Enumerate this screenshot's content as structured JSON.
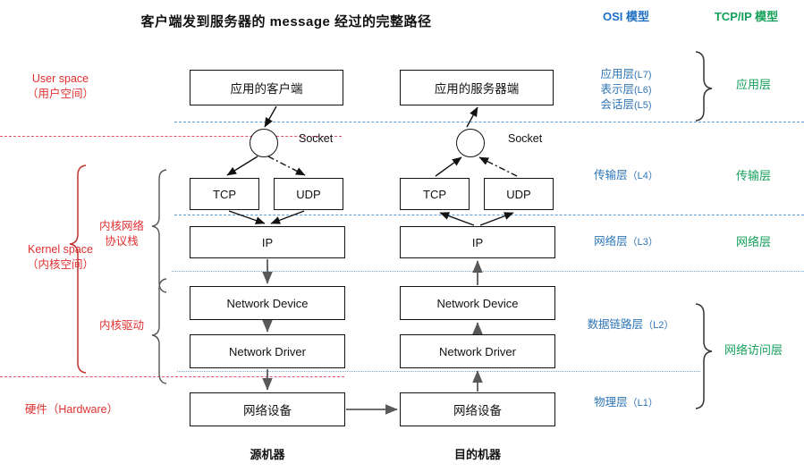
{
  "title": "客户端发到服务器的 message 经过的完整路径",
  "headers": {
    "osi": "OSI 模型",
    "tcpip": "TCP/IP 模型",
    "osi_color": "#1f6fc4",
    "tcpip_color": "#14a05a"
  },
  "left_labels": {
    "user_space_en": "User space",
    "user_space_cn": "（用户空间）",
    "kernel_space_en": "Kernel space",
    "kernel_space_cn": "（内核空间）",
    "kernel_net_stack_l1": "内核网络",
    "kernel_net_stack_l2": "协议栈",
    "kernel_driver": "内核驱动",
    "hardware": "硬件（Hardware）",
    "color": "#e03030"
  },
  "source": {
    "app": "应用的客户端",
    "socket": "Socket",
    "tcp": "TCP",
    "udp": "UDP",
    "ip": "IP",
    "net_device": "Network Device",
    "net_driver": "Network Driver",
    "hw_device": "网络设备",
    "caption": "源机器"
  },
  "dest": {
    "app": "应用的服务器端",
    "socket": "Socket",
    "tcp": "TCP",
    "udp": "UDP",
    "ip": "IP",
    "net_device": "Network Device",
    "net_driver": "Network Driver",
    "hw_device": "网络设备",
    "caption": "目的机器"
  },
  "osi_layers": [
    {
      "name": "应用层",
      "code": "(L7)"
    },
    {
      "name": "表示层",
      "code": "(L6)"
    },
    {
      "name": "会话层",
      "code": "(L5)"
    },
    {
      "name": "传输层",
      "code": "（L4）"
    },
    {
      "name": "网络层",
      "code": "（L3）"
    },
    {
      "name": "数据链路层",
      "code": "（L2）"
    },
    {
      "name": "物理层",
      "code": "（L1）"
    }
  ],
  "tcpip_layers": [
    {
      "name": "应用层"
    },
    {
      "name": "传输层"
    },
    {
      "name": "网络层"
    },
    {
      "name": "网络访问层"
    }
  ]
}
